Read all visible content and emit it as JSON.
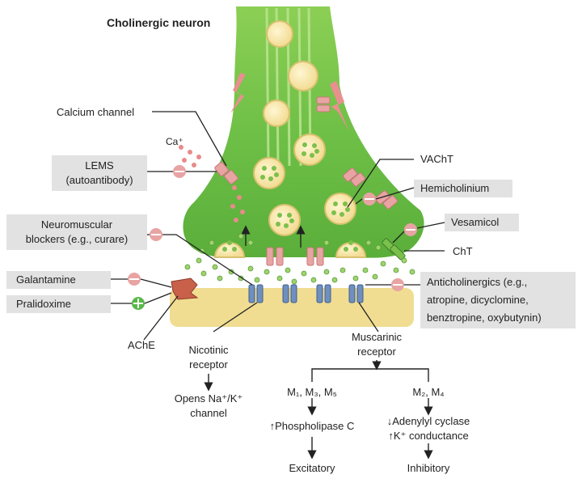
{
  "title": "Cholinergic neuron",
  "labels": {
    "calcium_channel": "Calcium channel",
    "ca_ion": "Ca⁺",
    "lems_line1": "LEMS",
    "lems_line2": "(autoantibody)",
    "nmb_line1": "Neuromuscular",
    "nmb_line2": "blockers (e.g., curare)",
    "galantamine": "Galantamine",
    "pralidoxime": "Pralidoxime",
    "ache": "AChE",
    "vacht": "VAChT",
    "hemicholinium": "Hemicholinium",
    "vesamicol": "Vesamicol",
    "cht": "ChT",
    "anticholinergics_line1": "Anticholinergics (e.g.,",
    "anticholinergics_line2": "atropine, dicyclomine,",
    "anticholinergics_line3": "benztropine, oxybutynin)"
  },
  "nicotinic": {
    "line1": "Nicotinic",
    "line2": "receptor",
    "effect_line1": "Opens Na⁺/K⁺",
    "effect_line2": "channel"
  },
  "muscarinic": {
    "line1": "Muscarinic",
    "line2": "receptor",
    "left_branch": {
      "subtypes": "M₁, M₃, M₅",
      "effect": "↑Phospholipase C",
      "outcome": "Excitatory"
    },
    "right_branch": {
      "subtypes": "M₂, M₄",
      "effect_line1": "↓Adenylyl cyclase",
      "effect_line2": "↑K⁺ conductance",
      "outcome": "Inhibitory"
    }
  },
  "colors": {
    "neuron_green": "#6cbe45",
    "neuron_light": "#9fd46e",
    "vesicle_fill": "#f7e7a8",
    "receptor_blue": "#6f8fbf",
    "membrane_tan": "#f0dd92",
    "ache_red": "#c8604a",
    "inhibit_pink": "#e8a3a3",
    "activate_green": "#58b848",
    "label_box": "#e2e2e2"
  }
}
